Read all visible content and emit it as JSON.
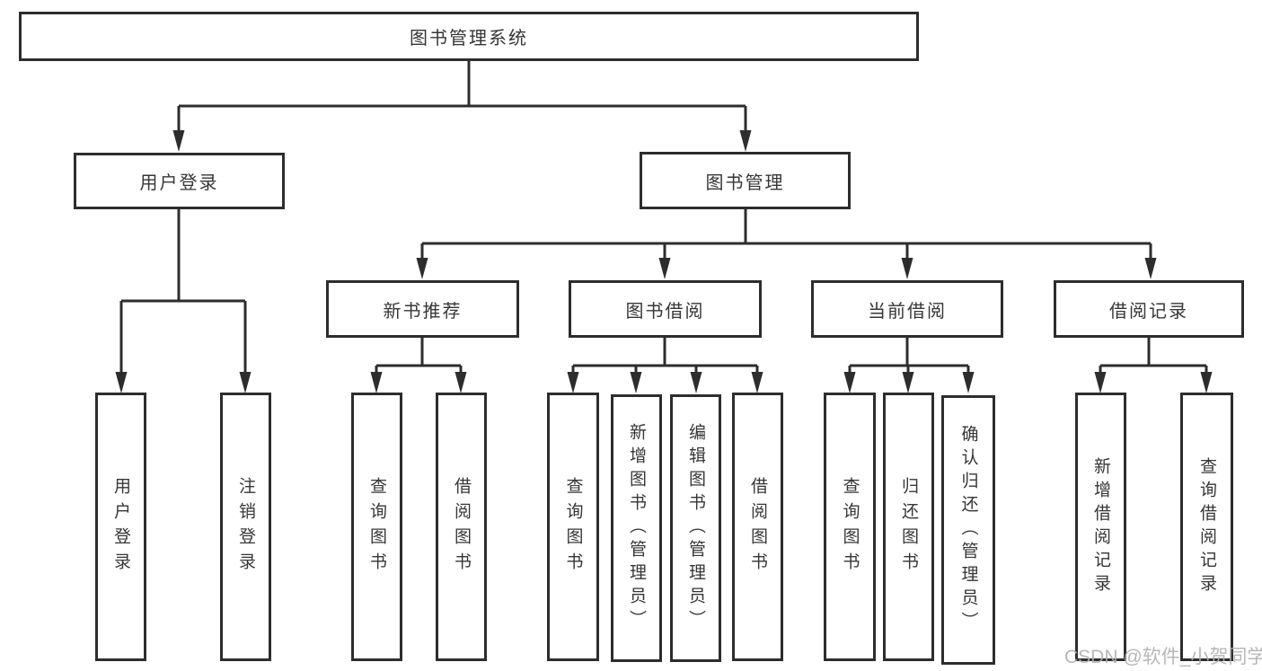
{
  "diagram": {
    "type": "tree",
    "colors": {
      "line": "#2d2d2d",
      "box_border": "#2d2d2d",
      "box_fill": "#ffffff",
      "text": "#363636",
      "watermark": "#afafaf"
    }
  },
  "tree": {
    "label": "图书管理系统",
    "children": [
      {
        "label": "用户登录",
        "children": [
          {
            "label": "用户登录"
          },
          {
            "label": "注销登录"
          }
        ]
      },
      {
        "label": "图书管理",
        "children": [
          {
            "label": "新书推荐",
            "children": [
              {
                "label": "查询图书"
              },
              {
                "label": "借阅图书"
              }
            ]
          },
          {
            "label": "图书借阅",
            "children": [
              {
                "label": "查询图书"
              },
              {
                "label": "新增图书（管理员）"
              },
              {
                "label": "编辑图书（管理员）"
              },
              {
                "label": "借阅图书"
              }
            ]
          },
          {
            "label": "当前借阅",
            "children": [
              {
                "label": "查询图书"
              },
              {
                "label": "归还图书"
              },
              {
                "label": "确认归还（管理员）"
              }
            ]
          },
          {
            "label": "借阅记录",
            "children": [
              {
                "label": "新增借阅记录"
              },
              {
                "label": "查询借阅记录"
              }
            ]
          }
        ]
      }
    ]
  },
  "watermark": {
    "text": "CSDN @软件_小贺同学"
  }
}
